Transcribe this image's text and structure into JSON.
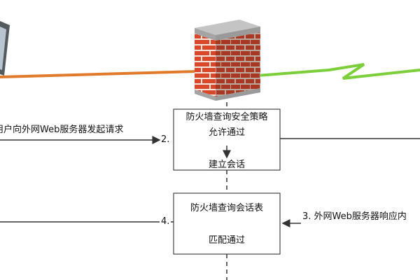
{
  "labels": {
    "step1": "用户向外网Web服务器发起请求",
    "step2": "2.",
    "step3": "3. 外网Web服务器响应内",
    "step4": "4."
  },
  "box1": {
    "line1": "防火墙查询安全策略",
    "line2": "允许通过",
    "line3": "建立会话"
  },
  "box2": {
    "line1": "防火墙查询会话表",
    "line2": "匹配通过"
  },
  "colors": {
    "cable": "#e07b2c",
    "wireless": "#7ccf3a",
    "brick": "#d9482b",
    "mortar": "#f3e6dc",
    "wall_cap": "#b9b9b9",
    "line": "#333333"
  },
  "icons": {
    "firewall": "firewall-icon",
    "computer": "computer-icon"
  }
}
